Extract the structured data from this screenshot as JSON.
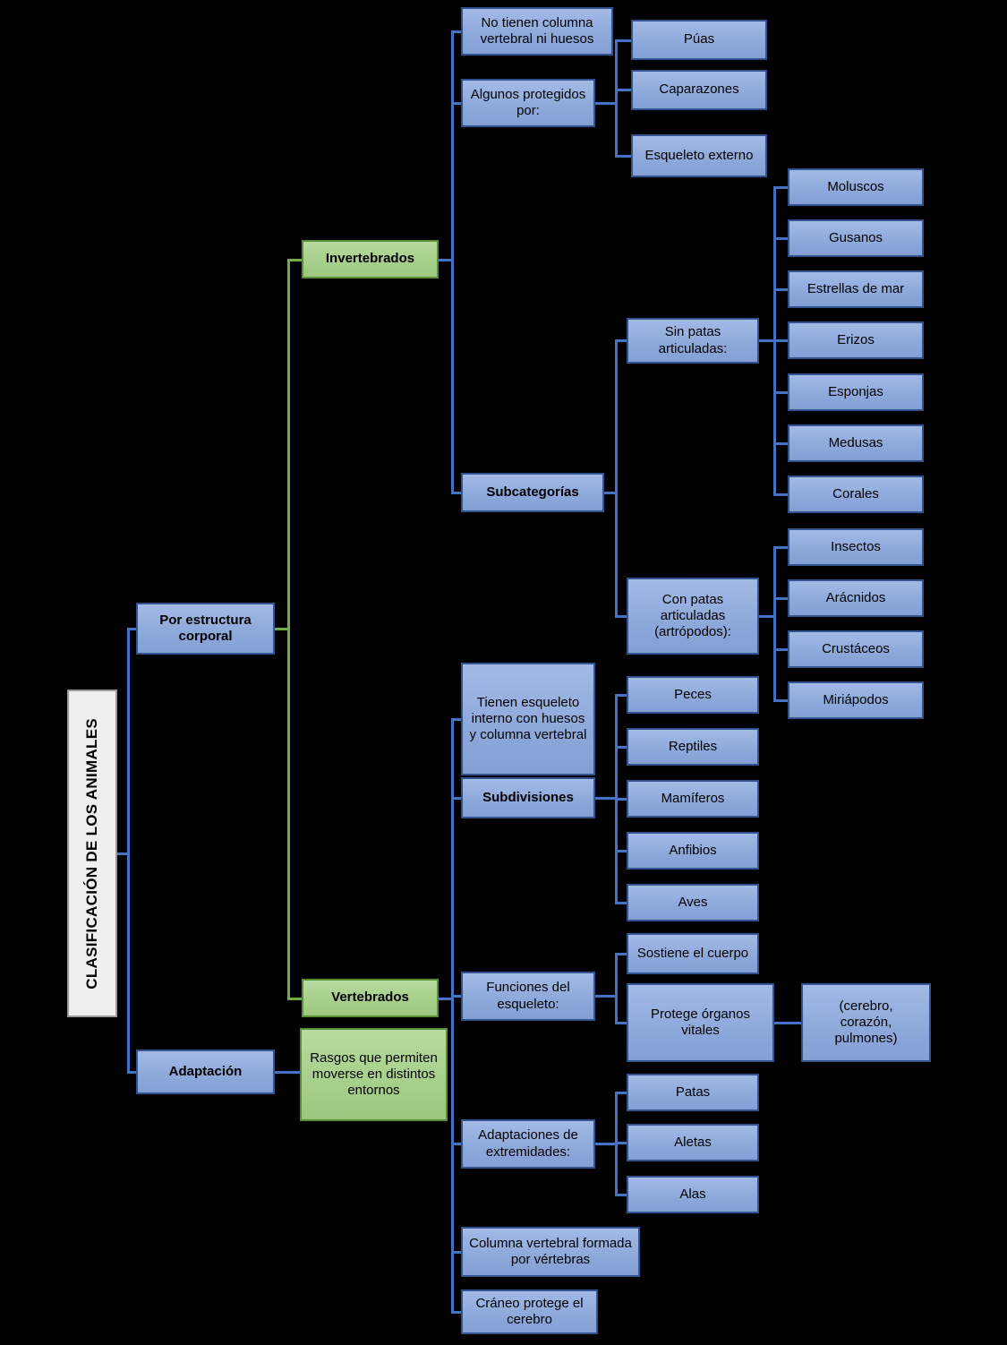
{
  "diagram": {
    "title": "CLASIFICACIÓN DE LOS ANIMALES",
    "colors": {
      "background": "#000000",
      "blue_fill": "#8EAADB",
      "blue_border": "#33538F",
      "green_fill": "#A8D08D",
      "green_border": "#598E35",
      "title_fill": "#EFEFEF",
      "line_blue": "#4472C4",
      "line_green": "#70AD47"
    },
    "nodes": {
      "root": {
        "label": "CLASIFICACIÓN DE LOS ANIMALES"
      },
      "estructura": {
        "label": "Por estructura corporal"
      },
      "adaptacion": {
        "label": "Adaptación"
      },
      "invertebrados": {
        "label": "Invertebrados"
      },
      "vertebrados": {
        "label": "Vertebrados"
      },
      "rasgos": {
        "label": "Rasgos que permiten moverse en distintos entornos"
      },
      "no_columna": {
        "label": "No tienen columna vertebral ni huesos"
      },
      "protegidos": {
        "label": "Algunos protegidos por:"
      },
      "puas": {
        "label": "Púas"
      },
      "caparazones": {
        "label": "Caparazones"
      },
      "esqueleto_externo": {
        "label": "Esqueleto externo"
      },
      "subcategorias": {
        "label": "Subcategorías"
      },
      "sin_patas": {
        "label": "Sin patas articuladas:"
      },
      "moluscos": {
        "label": "Moluscos"
      },
      "gusanos": {
        "label": "Gusanos"
      },
      "estrellas": {
        "label": "Estrellas de mar"
      },
      "erizos": {
        "label": "Erizos"
      },
      "esponjas": {
        "label": "Esponjas"
      },
      "medusas": {
        "label": "Medusas"
      },
      "corales": {
        "label": "Corales"
      },
      "con_patas": {
        "label": "Con patas articuladas (artrópodos):"
      },
      "insectos": {
        "label": "Insectos"
      },
      "aracnidos": {
        "label": "Arácnidos"
      },
      "crustaceos": {
        "label": "Crustáceos"
      },
      "miriapodos": {
        "label": "Miriápodos"
      },
      "esqueleto_interno": {
        "label": "Tienen esqueleto interno con huesos y columna vertebral"
      },
      "subdivisiones": {
        "label": "Subdivisiones"
      },
      "peces": {
        "label": "Peces"
      },
      "reptiles": {
        "label": "Reptiles"
      },
      "mamiferos": {
        "label": "Mamíferos"
      },
      "anfibios": {
        "label": "Anfibios"
      },
      "aves": {
        "label": "Aves"
      },
      "funciones": {
        "label": "Funciones del esqueleto:"
      },
      "sostiene": {
        "label": "Sostiene el cuerpo"
      },
      "protege": {
        "label": "Protege órganos vitales"
      },
      "organos": {
        "label": "(cerebro, corazón, pulmones)"
      },
      "adaptaciones_ext": {
        "label": "Adaptaciones de extremidades:"
      },
      "patas": {
        "label": "Patas"
      },
      "aletas": {
        "label": "Aletas"
      },
      "alas": {
        "label": "Alas"
      },
      "columna_vertebras": {
        "label": "Columna vertebral formada por vértebras"
      },
      "craneo": {
        "label": "Cráneo protege el cerebro"
      }
    }
  }
}
